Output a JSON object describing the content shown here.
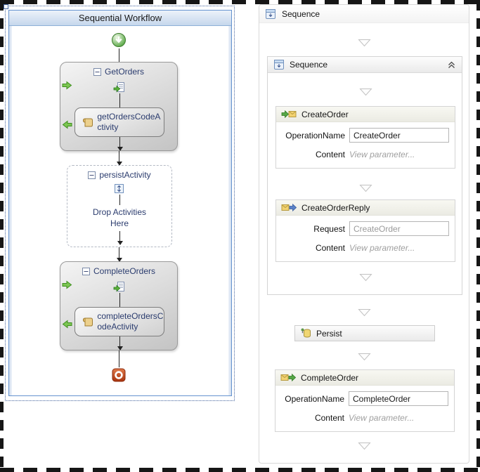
{
  "left_designer": {
    "title": "Sequential Workflow",
    "get_orders": {
      "title": "GetOrders",
      "child": "getOrdersCodeActivity"
    },
    "persist_activity": {
      "title": "persistActivity",
      "drop_hint_line1": "Drop Activities",
      "drop_hint_line2": "Here"
    },
    "complete_orders": {
      "title": "CompleteOrders",
      "child": "completeOrdersCodeActivity"
    }
  },
  "right_designer": {
    "root_title": "Sequence",
    "sequence_title": "Sequence",
    "create_order": {
      "title": "CreateOrder",
      "row1_label": "OperationName",
      "row1_value": "CreateOrder",
      "row2_label": "Content",
      "row2_value": "View parameter..."
    },
    "create_order_reply": {
      "title": "CreateOrderReply",
      "row1_label": "Request",
      "row1_value": "CreateOrder",
      "row2_label": "Content",
      "row2_value": "View parameter..."
    },
    "persist": {
      "title": "Persist"
    },
    "complete_order": {
      "title": "CompleteOrder",
      "row1_label": "OperationName",
      "row1_value": "CompleteOrder",
      "row2_label": "Content",
      "row2_value": "View parameter..."
    }
  },
  "colors": {
    "wf3_border_blue": "#6593cf",
    "wf3_header_gradient_top": "#ecf2fa",
    "wf3_header_gradient_bottom": "#c6d7ec",
    "wf3_text_navy": "#2b3c6e",
    "activity_gray_top": "#f4f4f4",
    "activity_gray_bottom": "#c4c4c4",
    "start_green": "#58a844",
    "end_red": "#b0330e",
    "side_arrow_green": "#7cc652",
    "wf4_border_gray": "#d4d4d4",
    "wf4_header_tint": "#f8f8f2",
    "view_parameter_gray": "#a0a0a0"
  }
}
